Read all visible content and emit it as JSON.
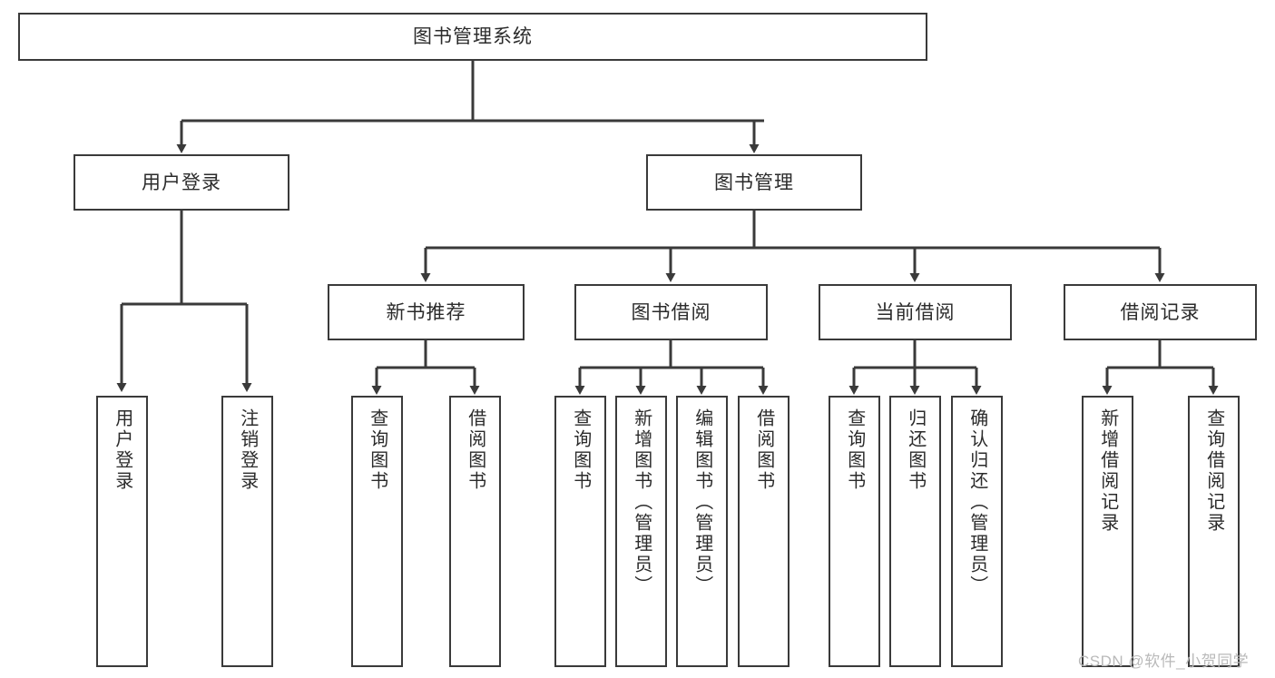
{
  "diagram": {
    "title": "图书管理系统",
    "type": "tree-hierarchy-chart",
    "root": {
      "label": "图书管理系统"
    },
    "level2": [
      {
        "label": "用户登录"
      },
      {
        "label": "图书管理"
      }
    ],
    "level3": [
      {
        "label": "新书推荐"
      },
      {
        "label": "图书借阅"
      },
      {
        "label": "当前借阅"
      },
      {
        "label": "借阅记录"
      }
    ],
    "leaves": [
      {
        "label": "用户登录",
        "parent": "用户登录"
      },
      {
        "label": "注销登录",
        "parent": "用户登录"
      },
      {
        "label": "查询图书",
        "parent": "新书推荐"
      },
      {
        "label": "借阅图书",
        "parent": "新书推荐"
      },
      {
        "label": "查询图书",
        "parent": "图书借阅"
      },
      {
        "label": "新增图书（管理员）",
        "parent": "图书借阅"
      },
      {
        "label": "编辑图书（管理员）",
        "parent": "图书借阅"
      },
      {
        "label": "借阅图书",
        "parent": "图书借阅"
      },
      {
        "label": "查询图书",
        "parent": "当前借阅"
      },
      {
        "label": "归还图书",
        "parent": "当前借阅"
      },
      {
        "label": "确认归还（管理员）",
        "parent": "当前借阅"
      },
      {
        "label": "新增借阅记录",
        "parent": "借阅记录"
      },
      {
        "label": "查询借阅记录",
        "parent": "借阅记录"
      }
    ]
  },
  "watermark": {
    "text": "CSDN @软件_小贺同学"
  },
  "colors": {
    "border": "#3a3a3a",
    "text": "#2b2b2b",
    "background": "#ffffff",
    "watermark": "#b9b9b9"
  }
}
